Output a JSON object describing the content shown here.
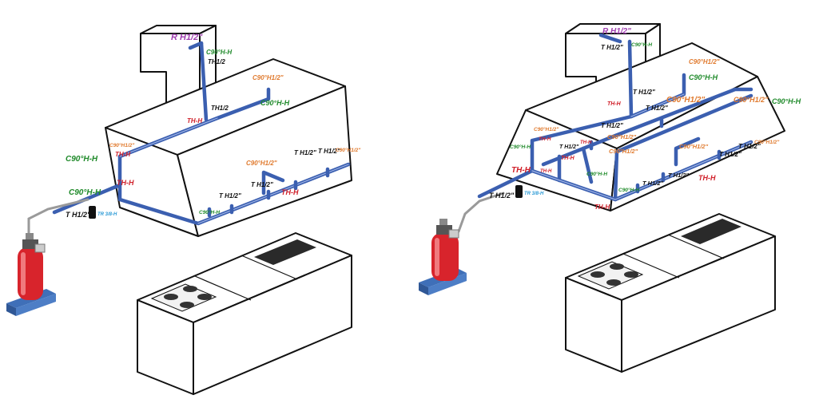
{
  "colors": {
    "pipe": "#3b5fb0",
    "green_label": "#1f8a2a",
    "red_label": "#d0202a",
    "orange_label": "#e07a2e",
    "black_label": "#111111",
    "purple_label": "#a03fb0",
    "blue_label": "#2d9bd6",
    "cylinder": "#d8242c",
    "base": "#3f6fb8"
  },
  "icons": {
    "cylinder": "fire-suppression-cylinder-icon",
    "detector": "detector-icon",
    "nozzle": "nozzle-icon"
  },
  "left": {
    "labels": {
      "r_top": "R H1/2\"",
      "c90_duct": "C90°H-H",
      "th_duct": "TH1/2",
      "c90_orange_roof": "C90°H1/2\"",
      "c90_roof": "C90°H-H",
      "th_mid": "TH1/2",
      "th_h_front": "TH-H",
      "c90_left1": "C90°H-H",
      "c90_orange_front": "C90°H1/2\"",
      "th_h_front2": "TH-H",
      "th_h_front3": "TH-H",
      "c90_left2": "C90°H-H",
      "c90_orange_mid": "C90°H1/2\"",
      "t1": "T H1/2\"",
      "t2": "T H1/2\"",
      "c90_orange_right": "C90°H1/2\"",
      "c90_bottom": "C90°H-H",
      "t3": "T H1/2\"",
      "t4": "T H1/2\"",
      "th_h_bottom": "TH-H",
      "t_supply": "T H1/2\"",
      "tr": "TR 3/8-H"
    }
  },
  "right": {
    "labels": {
      "r_top": "R H1/2\"",
      "t_top": "T H1/2\"",
      "c90_duct": "C90°H-H",
      "c90_orange_roof1": "C90°H1/2\"",
      "c90_roof1": "C90°H-H",
      "th_h_duct": "TH-H",
      "t_mid": "T H1/2\"",
      "c90_orange_roof2": "C90°H1/2\"",
      "c90_orange_roof3": "C90°H1/2\"",
      "c90_far": "C90°H-H",
      "t_roof": "T H1/2\"",
      "c90_orange_l1": "C90°H1/2\"",
      "th_h_l1": "TH-H",
      "c90_l1": "C90°H-H",
      "t_l1": "T H1/2\"",
      "t_l2": "T H1/2\"",
      "th_h_l2": "TH-H",
      "c90_orange_c1": "C90°H1/2\"",
      "c90_orange_c2": "C90°H1/2\"",
      "c90_orange_c3": "C90°H1/2\"",
      "c90_orange_c4": "C90°H1/2\"",
      "t_r1": "T H1/2\"",
      "t_r2": "T H1/2\"",
      "th_h_l3": "TH-H",
      "th_h_l4": "TH-H",
      "c90_c1": "C90°H-H",
      "c90_c2": "C90°H-H",
      "t_c1": "T H1/2\"",
      "t_c2": "T H1/2\"",
      "th_h_c1": "TH-H",
      "th_h_bottom": "TH-H",
      "t_supply": "T H1/2\"",
      "tr": "TR 3/8-H"
    }
  }
}
